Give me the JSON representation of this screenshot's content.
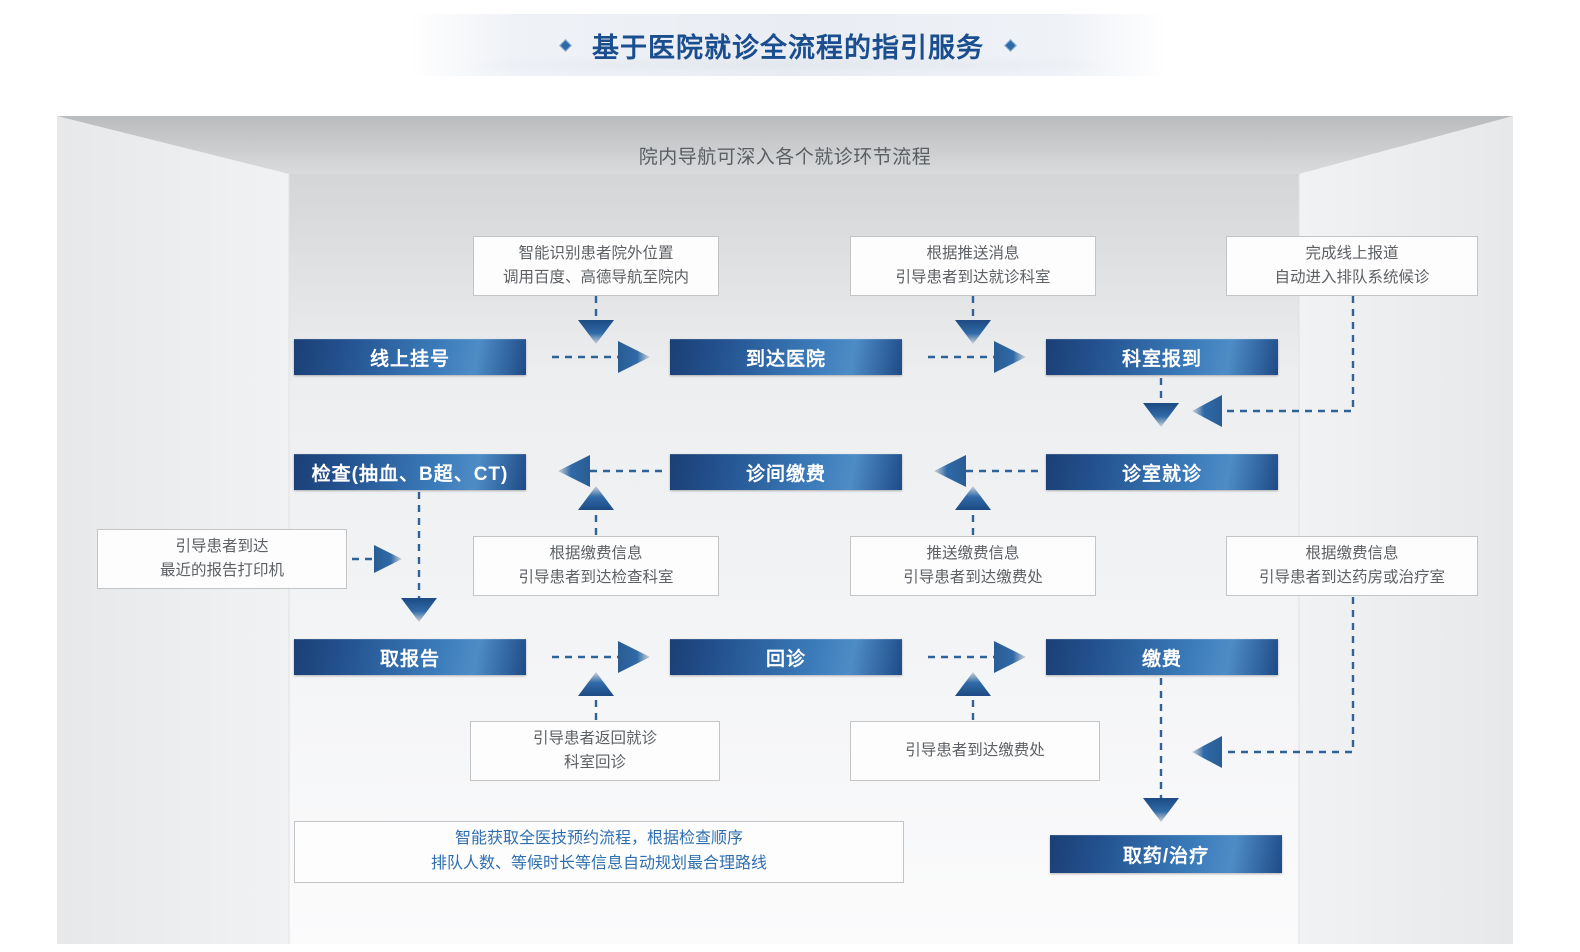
{
  "header": {
    "title": "基于医院就诊全流程的指引服务",
    "left_diamond": "diamond-marker",
    "right_diamond": "diamond-marker"
  },
  "container": {
    "subtitle": "院内导航可深入各个就诊环节流程"
  },
  "colors": {
    "title_blue": "#1b4e8e",
    "box_gradient_dark": "#1b3f75",
    "box_gradient_light": "#4e8cc6",
    "arrow_blue": "#2f6299",
    "note_text": "#5d6165",
    "note_blue_text": "#2f6fb0",
    "note_border": "#c2c4c6",
    "subtitle_gray": "#5a5e63"
  },
  "process_boxes": [
    {
      "id": "online-registration",
      "label": "线上挂号",
      "row": 1,
      "col": 1
    },
    {
      "id": "arrive-hospital",
      "label": "到达医院",
      "row": 1,
      "col": 2
    },
    {
      "id": "department-checkin",
      "label": "科室报到",
      "row": 1,
      "col": 3
    },
    {
      "id": "examination",
      "label": "检查(抽血、B超、CT)",
      "row": 2,
      "col": 1
    },
    {
      "id": "clinic-payment",
      "label": "诊间缴费",
      "row": 2,
      "col": 2
    },
    {
      "id": "consultation",
      "label": "诊室就诊",
      "row": 2,
      "col": 3
    },
    {
      "id": "collect-report",
      "label": "取报告",
      "row": 3,
      "col": 1
    },
    {
      "id": "return-visit",
      "label": "回诊",
      "row": 3,
      "col": 2
    },
    {
      "id": "payment",
      "label": "缴费",
      "row": 3,
      "col": 3
    },
    {
      "id": "medicine-treatment",
      "label": "取药/治疗",
      "row": 4,
      "col": 3
    }
  ],
  "notes": [
    {
      "id": "note-outside-location",
      "lines": [
        "智能识别患者院外位置",
        "调用百度、高德导航至院内"
      ]
    },
    {
      "id": "note-push-message",
      "lines": [
        "根据推送消息",
        "引导患者到达就诊科室"
      ]
    },
    {
      "id": "note-online-checkin",
      "lines": [
        "完成线上报道",
        "自动进入排队系统候诊"
      ]
    },
    {
      "id": "note-nearest-printer",
      "lines": [
        "引导患者到达",
        "最近的报告打印机"
      ]
    },
    {
      "id": "note-payment-to-exam",
      "lines": [
        "根据缴费信息",
        "引导患者到达检查科室"
      ]
    },
    {
      "id": "note-push-payment",
      "lines": [
        "推送缴费信息",
        "引导患者到达缴费处"
      ]
    },
    {
      "id": "note-payment-to-pharmacy",
      "lines": [
        "根据缴费信息",
        "引导患者到达药房或治疗室"
      ]
    },
    {
      "id": "note-return-department",
      "lines": [
        "引导患者返回就诊",
        "科室回诊"
      ]
    },
    {
      "id": "note-go-to-payment",
      "lines": [
        "引导患者到达缴费处"
      ]
    },
    {
      "id": "note-smart-route",
      "lines": [
        "智能获取全医技预约流程，根据检查顺序",
        "排队人数、等候时长等信息自动规划最合理路线"
      ]
    }
  ],
  "chart_data": {
    "type": "diagram",
    "title": "基于医院就诊全流程的指引服务",
    "subtitle": "院内导航可深入各个就诊环节流程",
    "nodes": [
      "线上挂号",
      "到达医院",
      "科室报到",
      "检查(抽血、B超、CT)",
      "诊间缴费",
      "诊室就诊",
      "取报告",
      "回诊",
      "缴费",
      "取药/治疗"
    ],
    "edges": [
      {
        "from": "线上挂号",
        "to": "到达医院",
        "direction": "right",
        "style": "dashed"
      },
      {
        "from": "到达医院",
        "to": "科室报到",
        "direction": "right",
        "style": "dashed"
      },
      {
        "from": "科室报到",
        "to": "诊室就诊",
        "direction": "down",
        "style": "dashed"
      },
      {
        "from": "诊室就诊",
        "to": "诊间缴费",
        "direction": "left",
        "style": "dashed"
      },
      {
        "from": "诊间缴费",
        "to": "检查(抽血、B超、CT)",
        "direction": "left",
        "style": "dashed"
      },
      {
        "from": "检查(抽血、B超、CT)",
        "to": "取报告",
        "direction": "down",
        "style": "dashed"
      },
      {
        "from": "取报告",
        "to": "回诊",
        "direction": "right",
        "style": "dashed"
      },
      {
        "from": "回诊",
        "to": "缴费",
        "direction": "right",
        "style": "dashed"
      },
      {
        "from": "缴费",
        "to": "取药/治疗",
        "direction": "down",
        "style": "dashed"
      }
    ],
    "annotations": [
      "智能识别患者院外位置 / 调用百度、高德导航至院内",
      "根据推送消息 / 引导患者到达就诊科室",
      "完成线上报道 / 自动进入排队系统候诊",
      "引导患者到达 / 最近的报告打印机",
      "根据缴费信息 / 引导患者到达检查科室",
      "推送缴费信息 / 引导患者到达缴费处",
      "根据缴费信息 / 引导患者到达药房或治疗室",
      "引导患者返回就诊 / 科室回诊",
      "引导患者到达缴费处",
      "智能获取全医技预约流程，根据检查顺序 / 排队人数、等候时长等信息自动规划最合理路线"
    ]
  }
}
